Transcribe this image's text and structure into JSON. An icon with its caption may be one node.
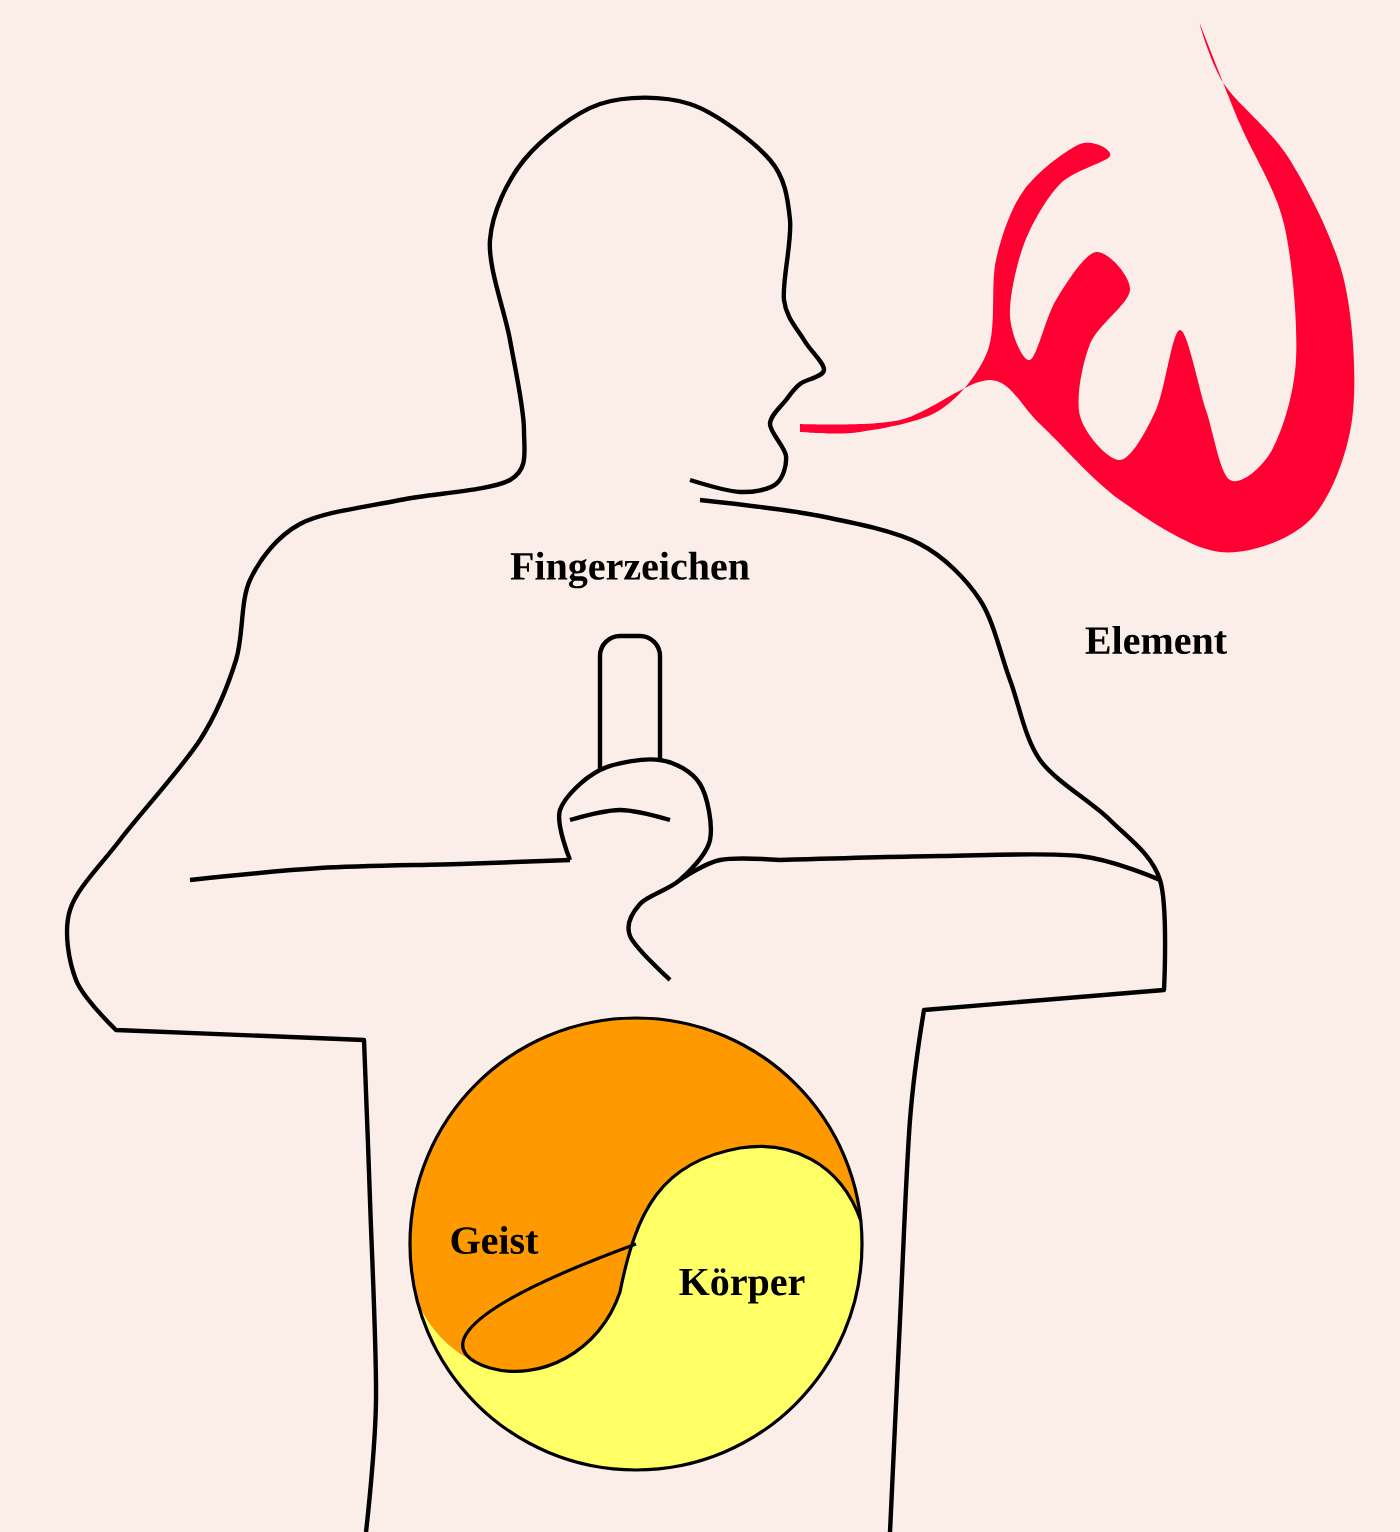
{
  "diagram": {
    "nodes": [
      {
        "text": [
          "Geist"
        ]
      },
      {
        "text": [
          "Körper"
        ]
      }
    ],
    "labels": [
      "Fingerzeichen",
      "Element"
    ]
  }
}
